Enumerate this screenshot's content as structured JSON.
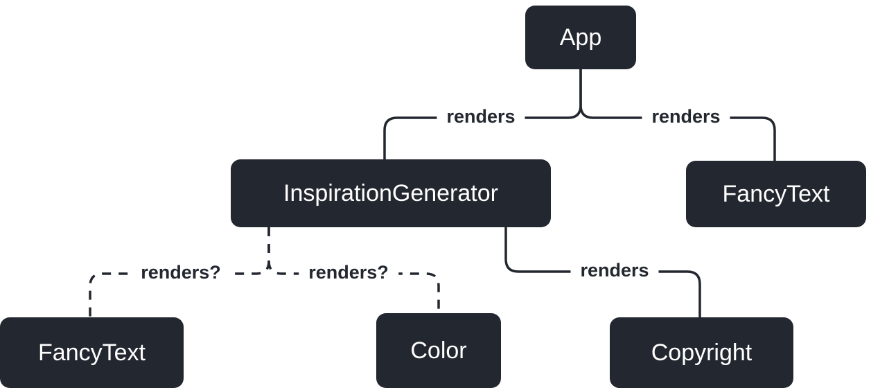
{
  "colors": {
    "background": "#ffffff",
    "node_fill": "#23272f",
    "node_text": "#ffffff",
    "edge": "#23272f"
  },
  "diagram": {
    "type": "component-render-tree",
    "nodes": {
      "app": {
        "label": "App"
      },
      "inspiration_generator": {
        "label": "InspirationGenerator"
      },
      "fancy_text_top": {
        "label": "FancyText"
      },
      "fancy_text_bottom": {
        "label": "FancyText"
      },
      "color": {
        "label": "Color"
      },
      "copyright": {
        "label": "Copyright"
      }
    },
    "edges": {
      "app_to_inspiration_generator": {
        "label": "renders",
        "style": "solid"
      },
      "app_to_fancy_text": {
        "label": "renders",
        "style": "solid"
      },
      "inspiration_generator_to_fancy_text": {
        "label": "renders?",
        "style": "dashed"
      },
      "inspiration_generator_to_color": {
        "label": "renders?",
        "style": "dashed"
      },
      "inspiration_generator_to_copyright": {
        "label": "renders",
        "style": "solid"
      }
    }
  }
}
